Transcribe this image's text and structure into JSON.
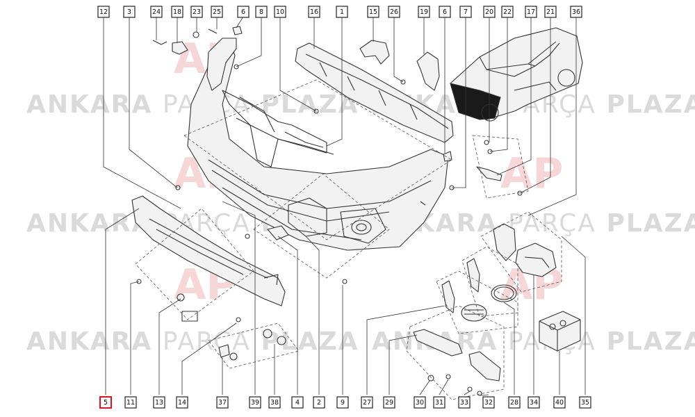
{
  "watermark": {
    "brand": "ANKARA",
    "middle": "PARÇA",
    "end": "PLAZA",
    "logo_text": "AP",
    "colors": {
      "brand": "#bdbdbd",
      "logo": "#f0b5b5"
    }
  },
  "callouts_top": [
    "12",
    "3",
    "24",
    "18",
    "23",
    "25",
    "6",
    "8",
    "10",
    "16",
    "1",
    "15",
    "26",
    "19",
    "6",
    "7",
    "20",
    "22",
    "17",
    "21",
    "36"
  ],
  "callouts_bottom": [
    "5",
    "11",
    "13",
    "14",
    "37",
    "39",
    "38",
    "4",
    "2",
    "9",
    "27",
    "29",
    "30",
    "31",
    "33",
    "32",
    "28",
    "34",
    "40",
    "35"
  ],
  "highlighted_callout": "5",
  "colors": {
    "line": "#333333",
    "highlight": "#e0141e",
    "car_grille": "#1a1a1a"
  }
}
